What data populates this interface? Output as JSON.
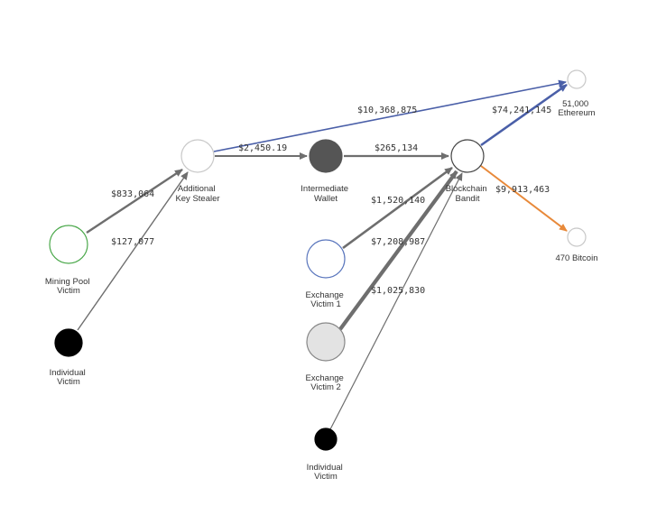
{
  "colors": {
    "edge_default": "#6e6e6e",
    "edge_blue": "#4a5fa8",
    "edge_orange": "#e8893a",
    "node_white_stroke": "#c8c8c8",
    "node_green_stroke": "#4aa84a",
    "node_blue_stroke": "#5a76bd",
    "node_dark_fill": "#555555",
    "node_light_fill": "#e3e3e3",
    "node_black_fill": "#000000"
  },
  "nodes": [
    {
      "id": "key_stealer",
      "label": [
        "Additional",
        "Key Stealer"
      ]
    },
    {
      "id": "intermediate_wallet",
      "label": [
        "Intermediate",
        "Wallet"
      ]
    },
    {
      "id": "blockchain_bandit",
      "label": [
        "Blockchain",
        "Bandit"
      ]
    },
    {
      "id": "ethereum",
      "label": [
        "51,000",
        "Ethereum"
      ]
    },
    {
      "id": "bitcoin",
      "label": [
        "470 Bitcoin"
      ]
    },
    {
      "id": "mining_pool",
      "label": [
        "Mining Pool",
        "Victim"
      ]
    },
    {
      "id": "individual_victim_left",
      "label": [
        "Individual",
        "Victim"
      ]
    },
    {
      "id": "exchange_victim_1",
      "label": [
        "Exchange",
        "Victim 1"
      ]
    },
    {
      "id": "exchange_victim_2",
      "label": [
        "Exchange",
        "Victim 2"
      ]
    },
    {
      "id": "individual_victim_bottom",
      "label": [
        "Individual",
        "Victim"
      ]
    }
  ],
  "edges": [
    {
      "id": "kst_eth",
      "from": "key_stealer",
      "to": "ethereum",
      "amount": "$10,368,875",
      "color": "blue"
    },
    {
      "id": "kst_iw",
      "from": "key_stealer",
      "to": "intermediate_wallet",
      "amount": "$2,450.19",
      "color": "default"
    },
    {
      "id": "iw_bb",
      "from": "intermediate_wallet",
      "to": "blockchain_bandit",
      "amount": "$265,134",
      "color": "default"
    },
    {
      "id": "bb_eth",
      "from": "blockchain_bandit",
      "to": "ethereum",
      "amount": "$74,241,145",
      "color": "blue"
    },
    {
      "id": "bb_btc",
      "from": "blockchain_bandit",
      "to": "bitcoin",
      "amount": "$9,913,463",
      "color": "orange"
    },
    {
      "id": "mp_kst",
      "from": "mining_pool",
      "to": "key_stealer",
      "amount": "$833,064",
      "color": "default"
    },
    {
      "id": "iv_kst",
      "from": "individual_victim_left",
      "to": "key_stealer",
      "amount": "$127,077",
      "color": "default"
    },
    {
      "id": "ev1_bb",
      "from": "exchange_victim_1",
      "to": "blockchain_bandit",
      "amount": "$1,520,140",
      "color": "default"
    },
    {
      "id": "ev2_bb",
      "from": "exchange_victim_2",
      "to": "blockchain_bandit",
      "amount": "$7,208,987",
      "color": "default"
    },
    {
      "id": "ivb_bb",
      "from": "individual_victim_bottom",
      "to": "blockchain_bandit",
      "amount": "$1,025,830",
      "color": "default"
    }
  ]
}
